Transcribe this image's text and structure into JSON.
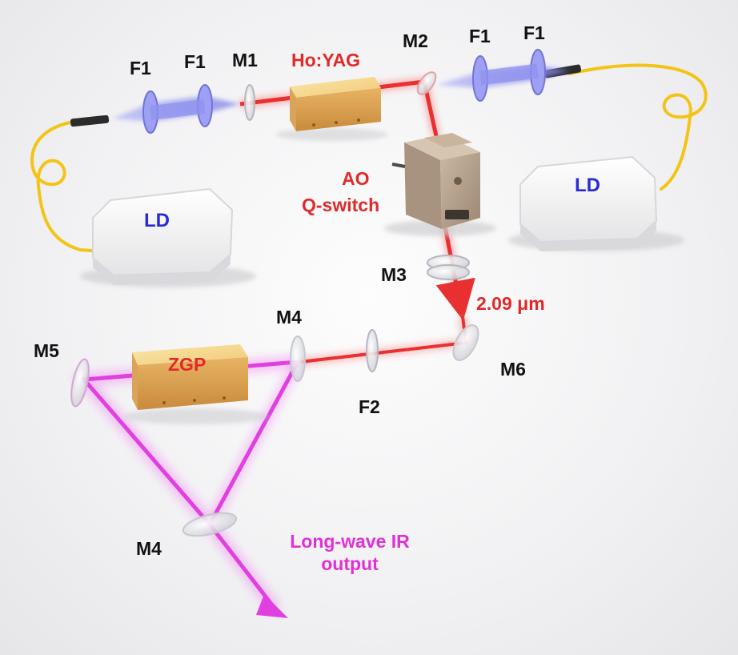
{
  "labels": {
    "f1_a": "F1",
    "f1_b": "F1",
    "m1": "M1",
    "ho_yag": "Ho:YAG",
    "m2": "M2",
    "f1_c": "F1",
    "f1_d": "F1",
    "ld_left": "LD",
    "ld_right": "LD",
    "ao_line1": "AO",
    "ao_line2": "Q-switch",
    "m3": "M3",
    "wavelength": "2.09 μm",
    "m4_top": "M4",
    "m5": "M5",
    "zgp": "ZGP",
    "m6": "M6",
    "f2": "F2",
    "m4_bottom": "M4",
    "output_line1": "Long-wave IR",
    "output_line2": "output"
  },
  "colors": {
    "pump_beam": "#e83030",
    "output_beam": "#e040e0",
    "fiber": "#f2c418",
    "focus_lens": "#8a8cf0",
    "crystal": "#f5d68a",
    "ao_body": "#b8a48e",
    "ld_body": "#f7f7f7"
  }
}
